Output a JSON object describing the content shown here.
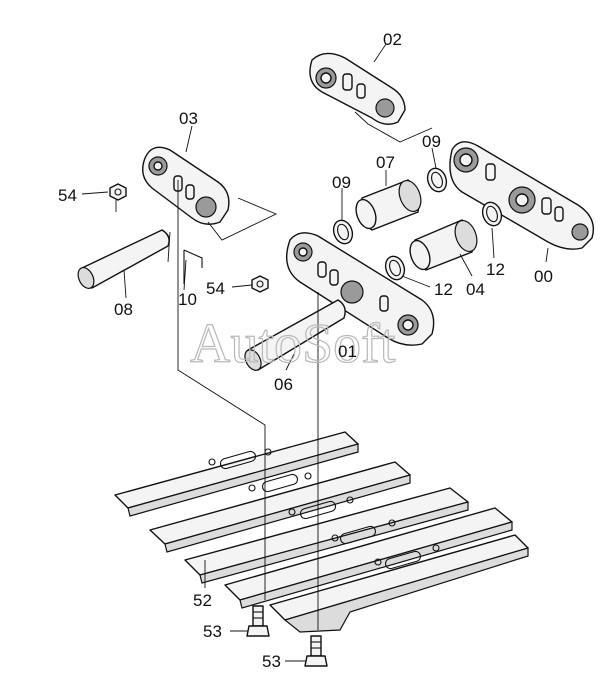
{
  "diagram": {
    "watermark": "AutoSoft",
    "callouts": [
      {
        "key": "p02",
        "text": "02"
      },
      {
        "key": "p03",
        "text": "03"
      },
      {
        "key": "p09a",
        "text": "09"
      },
      {
        "key": "p07",
        "text": "07"
      },
      {
        "key": "p09b",
        "text": "09"
      },
      {
        "key": "p54a",
        "text": "54"
      },
      {
        "key": "p54b",
        "text": "54"
      },
      {
        "key": "p10",
        "text": "10"
      },
      {
        "key": "p08",
        "text": "08"
      },
      {
        "key": "p12a",
        "text": "12"
      },
      {
        "key": "p04",
        "text": "04"
      },
      {
        "key": "p12b",
        "text": "12"
      },
      {
        "key": "p00",
        "text": "00"
      },
      {
        "key": "p01",
        "text": "01"
      },
      {
        "key": "p06",
        "text": "06"
      },
      {
        "key": "p52",
        "text": "52"
      },
      {
        "key": "p53a",
        "text": "53"
      },
      {
        "key": "p53b",
        "text": "53"
      }
    ]
  }
}
